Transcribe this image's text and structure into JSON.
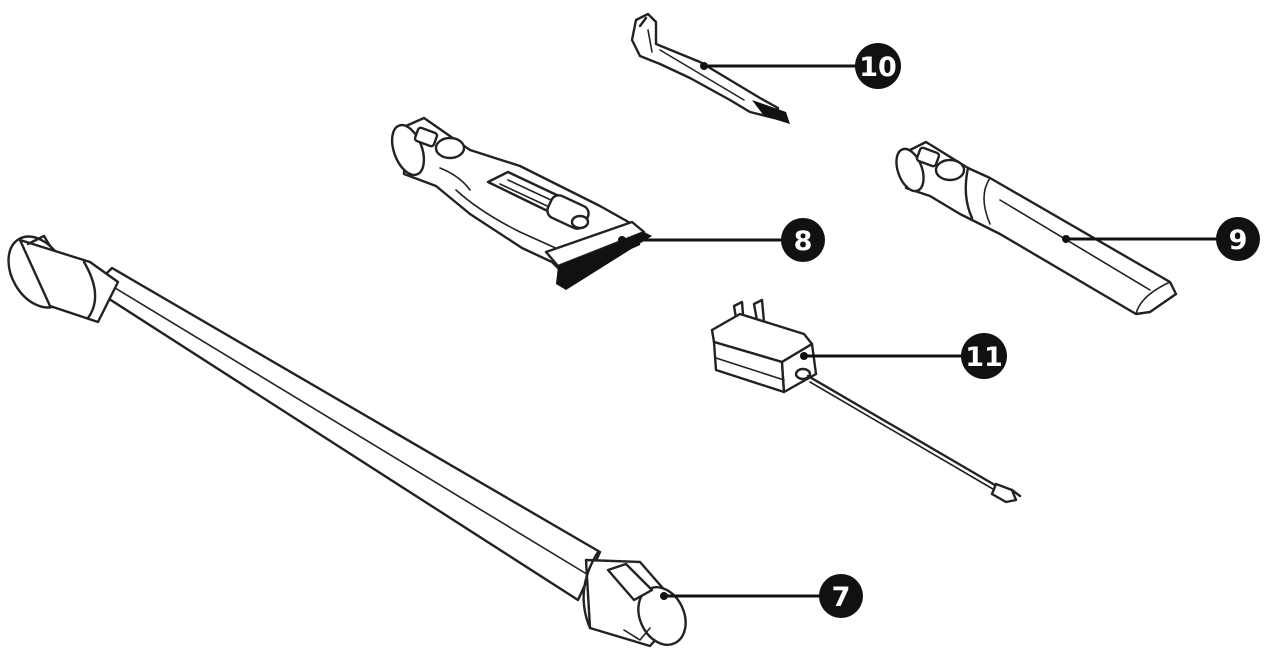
{
  "callouts": [
    {
      "id": "extension-wand",
      "label": "7"
    },
    {
      "id": "brush-nozzle",
      "label": "8"
    },
    {
      "id": "crevice-tool",
      "label": "9"
    },
    {
      "id": "cleaning-brush",
      "label": "10"
    },
    {
      "id": "power-adapter",
      "label": "11"
    }
  ]
}
